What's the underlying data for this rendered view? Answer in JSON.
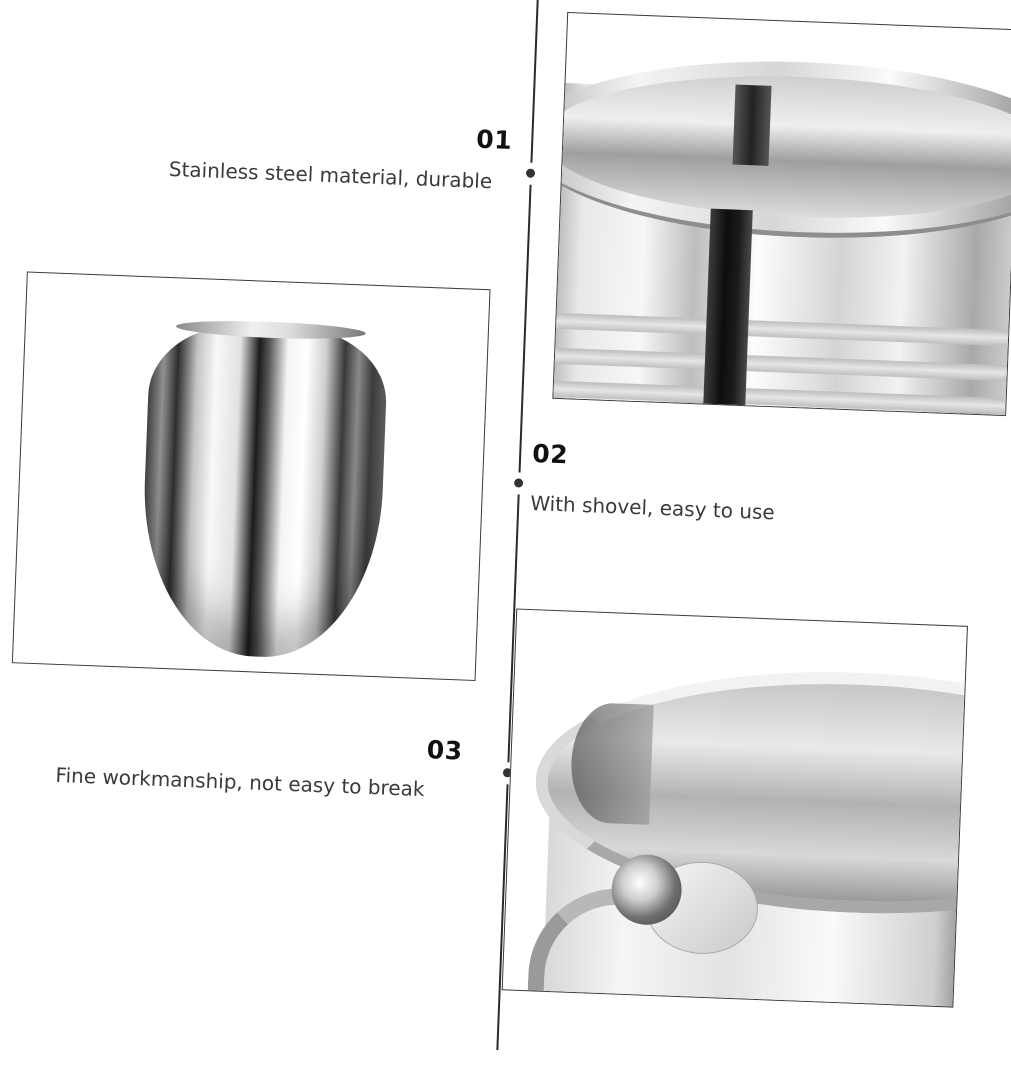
{
  "features": [
    {
      "number": "01",
      "caption": "Stainless steel material, durable",
      "image": "bucket-rim-closeup"
    },
    {
      "number": "02",
      "caption": "With shovel, easy to use",
      "image": "stainless-steel-cup"
    },
    {
      "number": "03",
      "caption": "Fine workmanship, not easy to break",
      "image": "bucket-handle-closeup"
    }
  ],
  "colors": {
    "background": "#ffffff",
    "line": "#2a2a2a",
    "number_text": "#111111",
    "caption_text": "#3a3a3a"
  }
}
